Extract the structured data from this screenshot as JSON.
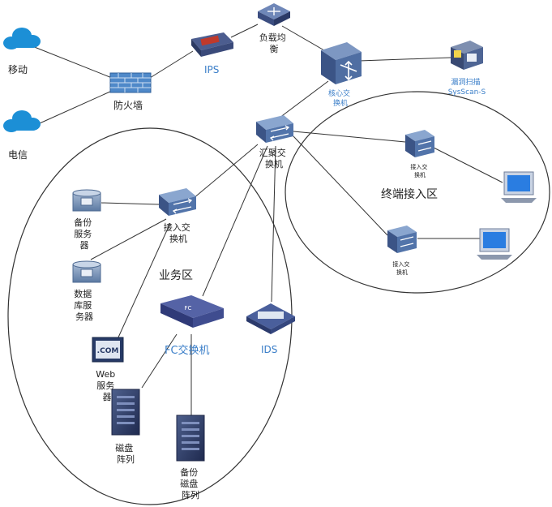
{
  "nodes": {
    "mobile": "移动",
    "telecom": "电信",
    "firewall": "防火墙",
    "ips": "IPS",
    "load_balancer": [
      "负载均",
      "衡"
    ],
    "core_switch": [
      "核心交",
      "换机"
    ],
    "vuln_scanner": [
      "漏洞扫描",
      "SysScan-S"
    ],
    "aggregation_switch": [
      "汇聚交",
      "换机"
    ],
    "access_switch_business": [
      "接入交",
      "换机"
    ],
    "backup_server": [
      "备份",
      "服务",
      "器"
    ],
    "db_server": [
      "数据",
      "库服",
      "务器"
    ],
    "web_server": [
      "Web",
      "服务",
      "器"
    ],
    "web_server_screen": ".COM",
    "disk_array": [
      "磁盘",
      "阵列"
    ],
    "backup_disk_array": [
      "备份",
      "磁盘",
      "阵列"
    ],
    "fc_switch": "FC交换机",
    "fc_badge": "FC",
    "ids": "IDS",
    "access_switch_terminal_1": [
      "接入交",
      "换机"
    ],
    "access_switch_terminal_2": [
      "接入交",
      "换机"
    ]
  },
  "zones": {
    "business": "业务区",
    "terminal": "终端接入区"
  },
  "colors": {
    "line": "#333333",
    "cloud": "#1c8fd6",
    "device": "#3c5f9a",
    "label_blue": "#3a7ec8"
  }
}
